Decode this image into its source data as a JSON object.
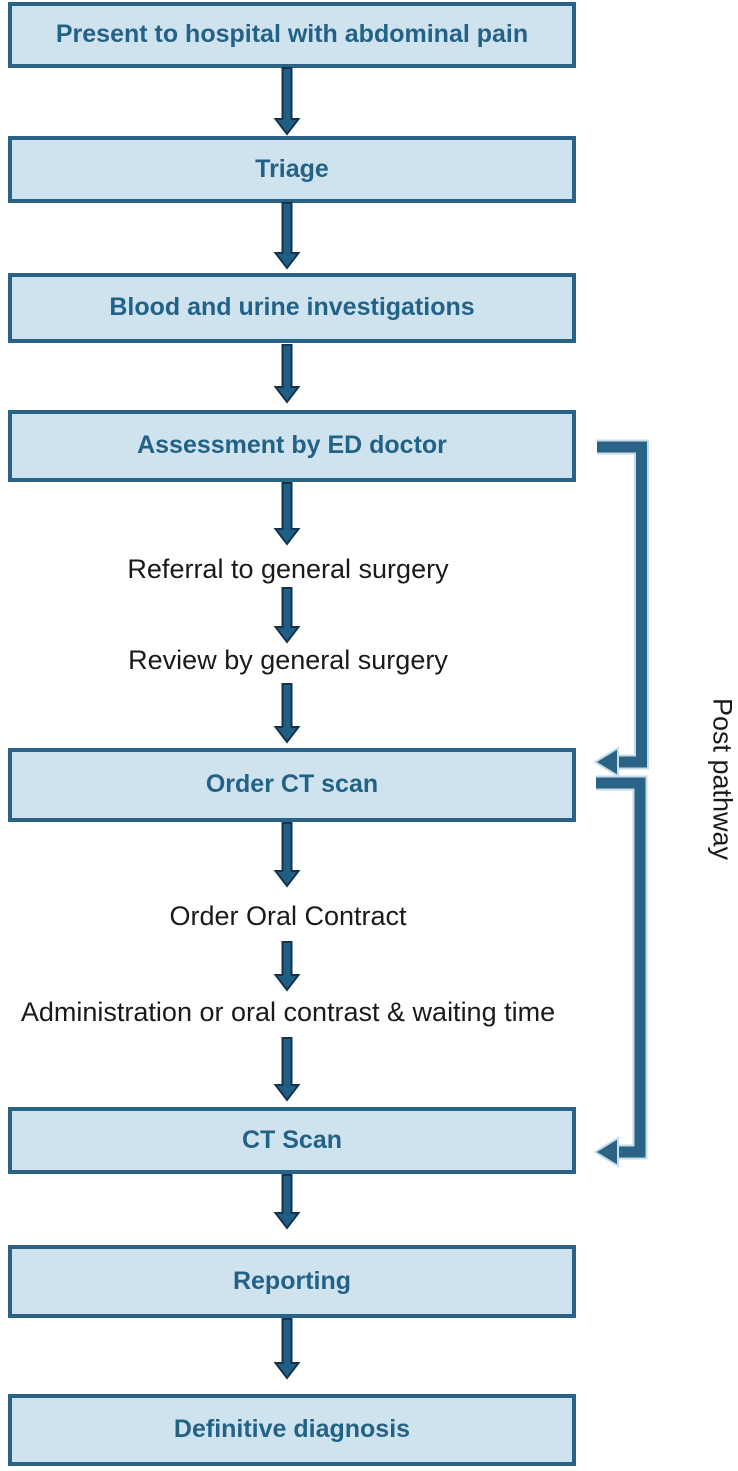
{
  "colors": {
    "box_fill": "#cfe3ee",
    "box_border": "#2a6386",
    "box_text": "#236287",
    "arrow_fill": "#1f5f86",
    "arrow_outline": "#14344e",
    "bracket": "#2a6386",
    "bracket_halo": "#c5dde9",
    "plain_text": "#1a1a1a"
  },
  "flowchart": {
    "boxes": [
      {
        "label": "Present to hospital with abdominal pain"
      },
      {
        "label": "Triage"
      },
      {
        "label": "Blood and urine investigations"
      },
      {
        "label": "Assessment by ED doctor"
      },
      {
        "label": "Order CT scan"
      },
      {
        "label": "CT Scan"
      },
      {
        "label": "Reporting"
      },
      {
        "label": "Definitive diagnosis"
      }
    ],
    "steps": [
      {
        "label": "Referral to general surgery"
      },
      {
        "label": "Review by general surgery"
      },
      {
        "label": "Order Oral Contract"
      },
      {
        "label": "Administration or oral contrast & waiting time"
      }
    ],
    "side_label": "Post pathway"
  }
}
